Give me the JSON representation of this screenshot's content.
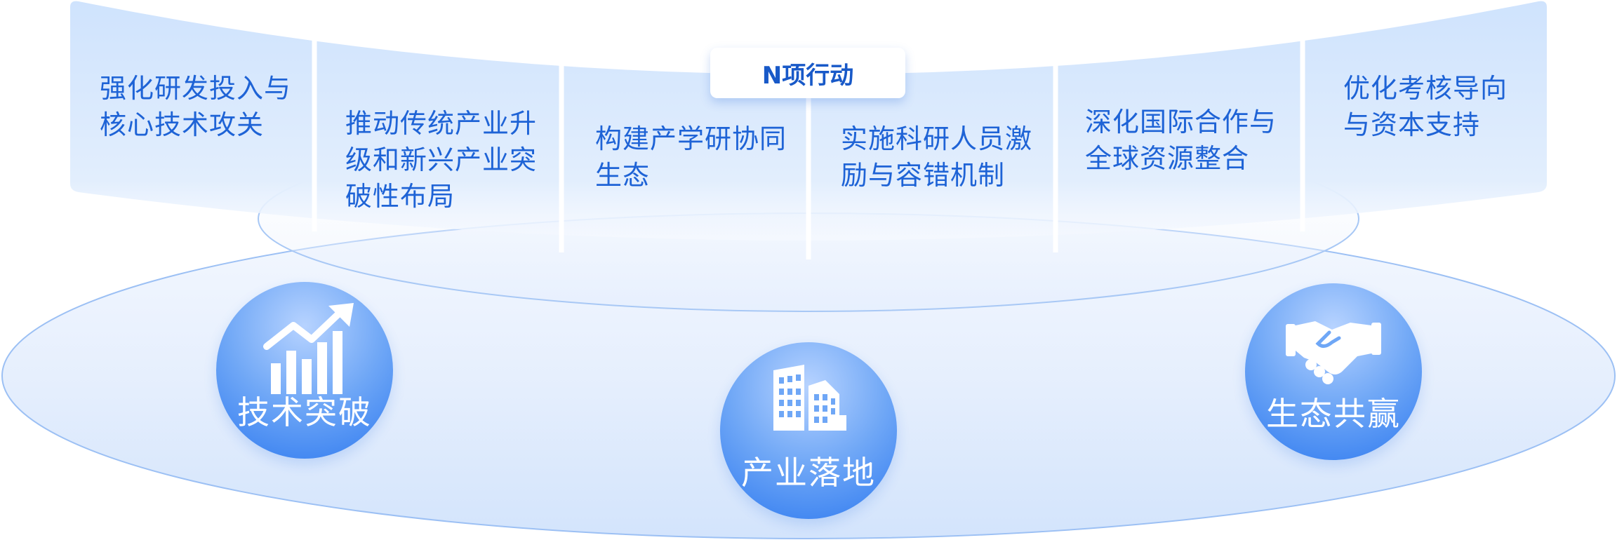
{
  "title": "N项行动",
  "actions": [
    {
      "lines": [
        "强化研发投入与",
        "核心技术攻关"
      ]
    },
    {
      "lines": [
        "推动传统产业升",
        "级和新兴产业突",
        "破性布局"
      ]
    },
    {
      "lines": [
        "构建产学研协同",
        "生态"
      ]
    },
    {
      "lines": [
        "实施科研人员激",
        "励与容错机制"
      ]
    },
    {
      "lines": [
        "深化国际合作与",
        "全球资源整合"
      ]
    },
    {
      "lines": [
        "优化考核导向",
        "与资本支持"
      ]
    }
  ],
  "pillars": [
    {
      "label": "技术突破",
      "icon": "growth-chart-icon"
    },
    {
      "label": "产业落地",
      "icon": "buildings-icon"
    },
    {
      "label": "生态共赢",
      "icon": "handshake-icon"
    }
  ],
  "colors": {
    "text_blue": "#1e63d6",
    "panel_light": "#d2e5fd",
    "circle_blue": "#2f7af0"
  }
}
